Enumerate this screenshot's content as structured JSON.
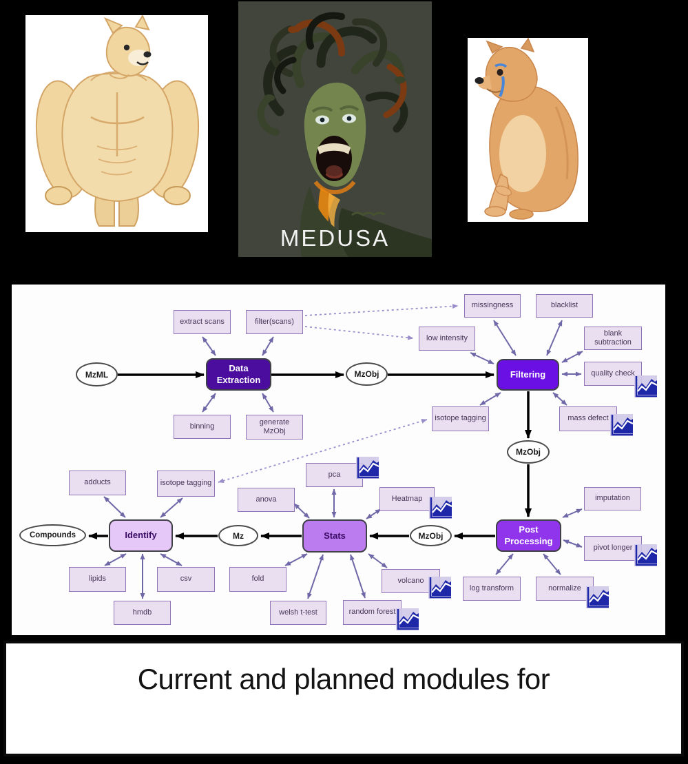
{
  "slide": {
    "caption": "Current and planned modules for"
  },
  "images": {
    "left": "buff-doge",
    "center": "medusa",
    "center_label": "MEDUSA",
    "right": "cheems-doge"
  },
  "diagram": {
    "ellipses": {
      "mzml": "MzML",
      "mzobj": "MzObj",
      "mz": "Mz",
      "compounds": "Compounds"
    },
    "modules": {
      "data_extraction": {
        "label": "Data Extraction",
        "color": "#4b0d9e"
      },
      "filtering": {
        "label": "Filtering",
        "color": "#6b10e4"
      },
      "post_processing": {
        "label": "Post Processing",
        "color": "#9135ec"
      },
      "stats": {
        "label": "Stats",
        "color": "#bb7cf0"
      },
      "identify": {
        "label": "Identify",
        "color": "#e5c8f8"
      }
    },
    "satellites": {
      "extract_scans": "extract scans",
      "filter_scans": "filter(scans)",
      "binning": "binning",
      "generate_mzobj": "generate MzObj",
      "missingness": "missingness",
      "blacklist": "blacklist",
      "low_intensity": "low intensity",
      "blank_subtraction": "blank subtraction",
      "quality_check": "quality check",
      "isotope_tagging_filtering": "isotope tagging",
      "mass_defect": "mass defect",
      "imputation": "imputation",
      "pivot_longer": "pivot longer",
      "log_transform": "log transform",
      "normalize": "normalize",
      "adducts": "adducts",
      "isotope_tagging_identify": "isotope tagging",
      "lipids": "lipids",
      "csv": "csv",
      "hmdb": "hmdb",
      "anova": "anova",
      "pca": "pca",
      "heatmap": "Heatmap",
      "fold": "fold",
      "welsh_t_test": "welsh t-test",
      "volcano": "volcano",
      "random_forest": "random forest"
    },
    "flow": [
      "MzML",
      "Data Extraction",
      "MzObj",
      "Filtering",
      "MzObj",
      "Post Processing",
      "MzObj",
      "Stats",
      "Mz",
      "Identify",
      "Compounds"
    ],
    "module_satellites": {
      "data_extraction": [
        "extract scans",
        "filter(scans)",
        "binning",
        "generate MzObj"
      ],
      "filtering": [
        "missingness",
        "blacklist",
        "low intensity",
        "blank subtraction",
        "quality check",
        "isotope tagging",
        "mass defect"
      ],
      "post_processing": [
        "imputation",
        "pivot longer",
        "log transform",
        "normalize"
      ],
      "stats": [
        "anova",
        "pca",
        "Heatmap",
        "fold",
        "welsh t-test",
        "random forest",
        "volcano"
      ],
      "identify": [
        "adducts",
        "isotope tagging",
        "lipids",
        "csv",
        "hmdb"
      ]
    },
    "dashed_links": [
      [
        "filter(scans)",
        "missingness"
      ],
      [
        "filter(scans)",
        "low intensity"
      ],
      [
        "isotope tagging (identify)",
        "isotope tagging (filtering)"
      ]
    ],
    "modules_with_chart_icon": [
      "quality check",
      "mass defect",
      "pca",
      "Heatmap",
      "volcano",
      "random forest",
      "pivot longer",
      "normalize"
    ],
    "colors": {
      "satellite_fill": "#e9dff1",
      "satellite_border": "#8f74b8",
      "connector": "#6f68a8",
      "dashed": "#9a8ecb",
      "flow_arrow": "#000000",
      "chart_icon_blue": "#1e27a8"
    }
  }
}
